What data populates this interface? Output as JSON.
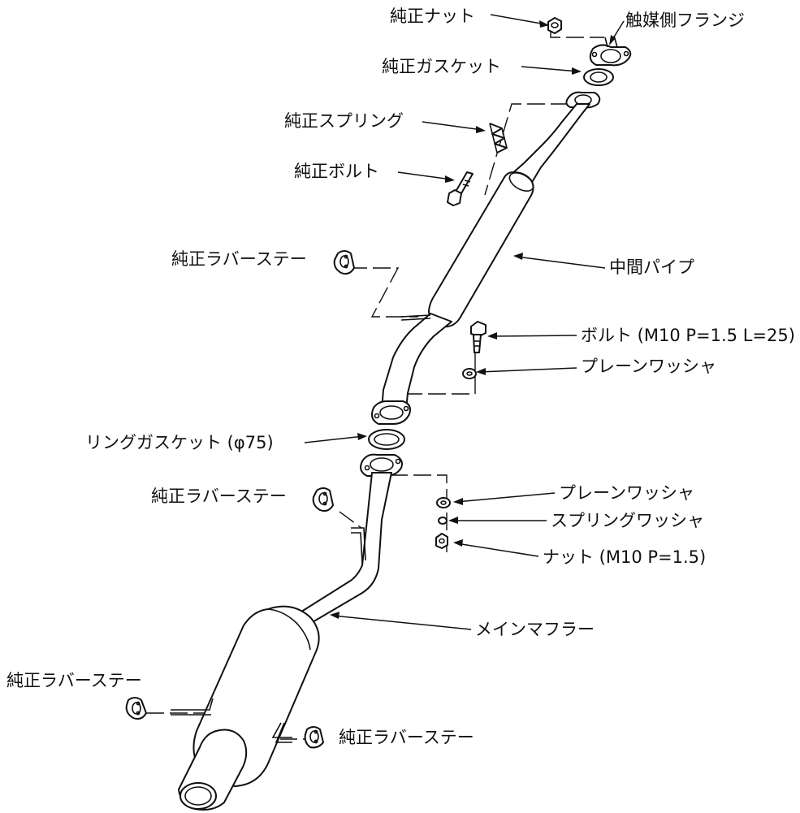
{
  "labels": {
    "stock_nut": "純正ナット",
    "catalyst_flange": "触媒側フランジ",
    "stock_gasket": "純正ガスケット",
    "stock_spring": "純正スプリング",
    "stock_bolt": "純正ボルト",
    "rubber_stay_1": "純正ラバーステー",
    "center_pipe": "中間パイプ",
    "bolt_m10": "ボルト (M10 P=1.5 L=25)",
    "plain_washer_1": "プレーンワッシャ",
    "ring_gasket": "リングガスケット (φ75)",
    "rubber_stay_2": "純正ラバーステー",
    "plain_washer_2": "プレーンワッシャ",
    "spring_washer": "スプリングワッシャ",
    "nut_m10": "ナット (M10 P=1.5)",
    "main_muffler": "メインマフラー",
    "rubber_stay_3": "純正ラバーステー",
    "rubber_stay_4": "純正ラバーステー"
  },
  "colors": {
    "line": "#111111",
    "background": "#ffffff"
  }
}
